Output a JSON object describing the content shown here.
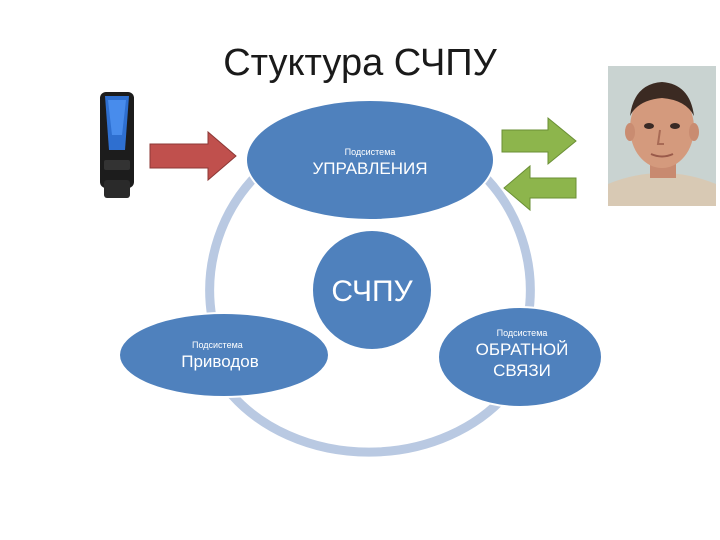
{
  "title": "Стуктура СЧПУ",
  "nodes": {
    "center": {
      "label": "СЧПУ"
    },
    "control": {
      "caption": "Подсистема",
      "label": "УПРАВЛЕНИЯ"
    },
    "drives": {
      "caption": "Подсистема",
      "label": "Приводов"
    },
    "feedback": {
      "caption": "Подсистема",
      "label_line1": "ОБРАТНОЙ",
      "label_line2": "СВЯЗИ"
    }
  },
  "colors": {
    "node_fill": "#4f81bd",
    "node_stroke": "#ffffff",
    "ring": "#b9c9e2",
    "input_arrow": "#c0504d",
    "output_arrow": "#8db54c",
    "usb_body": "#1c1c1c",
    "usb_accent": "#2e6fd0"
  },
  "icons": [
    "usb-flash-drive-icon",
    "person-photo-icon",
    "input-arrow-icon",
    "output-arrow-icon",
    "return-arrow-icon"
  ]
}
